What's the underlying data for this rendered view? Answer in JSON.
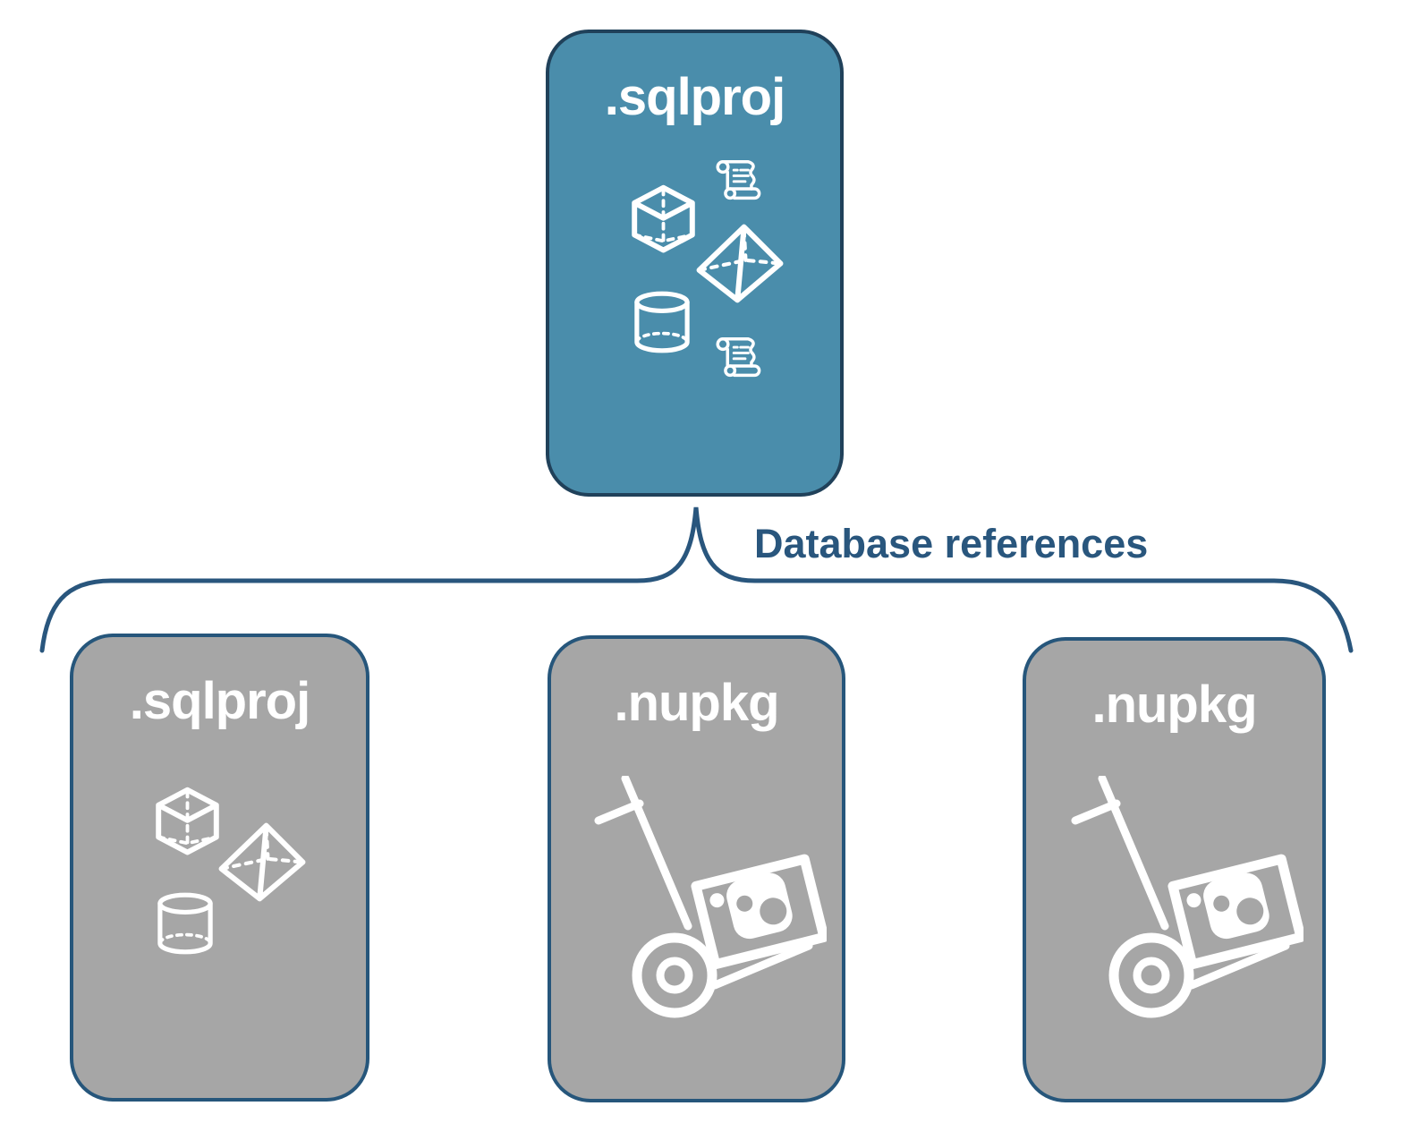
{
  "diagram": {
    "root": {
      "label": ".sqlproj",
      "icons": [
        "cube-icon",
        "scroll-icon",
        "pyramid-icon",
        "cylinder-icon",
        "scroll-icon"
      ]
    },
    "connector": {
      "label": "Database references"
    },
    "children": [
      {
        "label": ".sqlproj",
        "icons": [
          "cube-icon",
          "pyramid-icon",
          "cylinder-icon"
        ]
      },
      {
        "label": ".nupkg",
        "icons": [
          "nuget-dolly-icon"
        ]
      },
      {
        "label": ".nupkg",
        "icons": [
          "nuget-dolly-icon"
        ]
      }
    ],
    "colors": {
      "background": "#ffffff",
      "root_fill": "#4a8dab",
      "root_border": "#20415a",
      "child_fill": "#a6a6a6",
      "child_border": "#26567b",
      "connector": "#29567d",
      "text_on_box": "#ffffff",
      "icon": "#ffffff"
    }
  }
}
